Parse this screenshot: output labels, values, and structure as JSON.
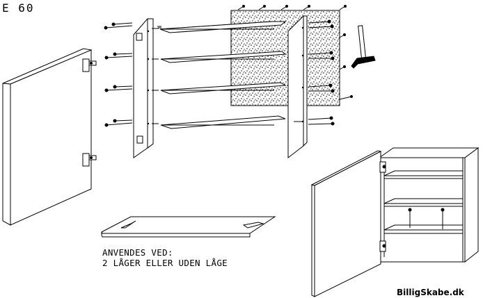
{
  "header": {
    "model_code": "E 60"
  },
  "note": {
    "line1": "ANVENDES VED:",
    "line2": "2 LÅGER ELLER UDEN LÅGE"
  },
  "brand": {
    "label": "BilligSkabe.dk"
  },
  "parts": {
    "hardware_icon": "screw-icon",
    "tool_icon": "hammer-icon",
    "hinge_icon": "hinge-icon"
  },
  "colors": {
    "ink": "#000000",
    "paper": "#ffffff",
    "wall_pattern": "#b8b8b8"
  }
}
